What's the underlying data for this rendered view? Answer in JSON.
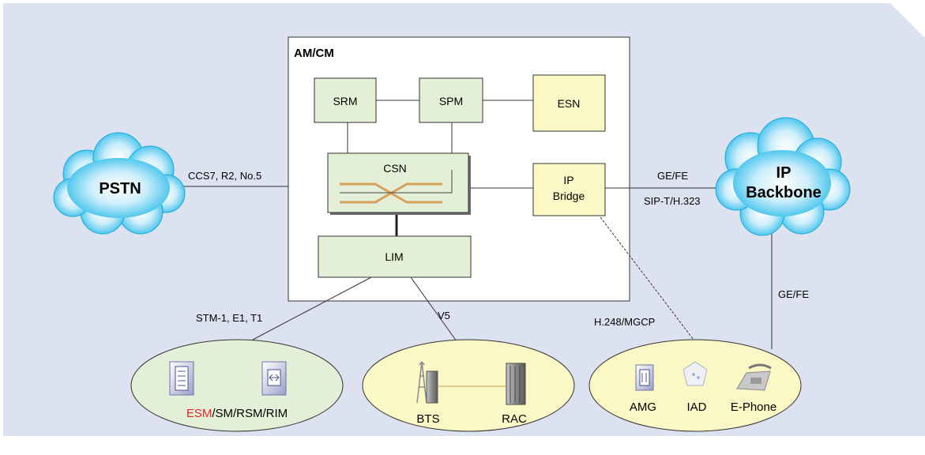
{
  "diagram": {
    "am_cm": {
      "title": "AM/CM"
    },
    "modules": {
      "srm": "SRM",
      "spm": "SPM",
      "esn": "ESN",
      "csn": "CSN",
      "ip_bridge": [
        "IP",
        "Bridge"
      ],
      "lim": "LIM"
    },
    "clouds": {
      "pstn": [
        "PSTN"
      ],
      "ip_backbone": [
        "IP",
        "Backbone"
      ]
    },
    "link_labels": {
      "pstn": "CCS7, R2, No.5",
      "backbone_top": "GE/FE",
      "backbone_bottom": "SIP-T/H.323",
      "backbone_down": "GE/FE",
      "stm": "STM-1, E1, T1",
      "v5": "V5",
      "h248": "H.248/MGCP"
    },
    "groups": {
      "esm": {
        "highlight": "ESM",
        "rest": "/SM/RSM/RIM"
      },
      "bts": "BTS",
      "rac": "RAC",
      "amg": "AMG",
      "iad": "IAD",
      "ephone": "E-Phone"
    },
    "colors": {
      "background": "#dde2f0",
      "module_green": "#e3f0d7",
      "module_yellow": "#fcf8c5",
      "ellipse_green": "#e3f0d7",
      "ellipse_yellow": "#fcf8c5",
      "cloud_blue": "#23b7e8",
      "highlight_red": "#e8242a",
      "switch_lines": "#d7a15b"
    }
  }
}
